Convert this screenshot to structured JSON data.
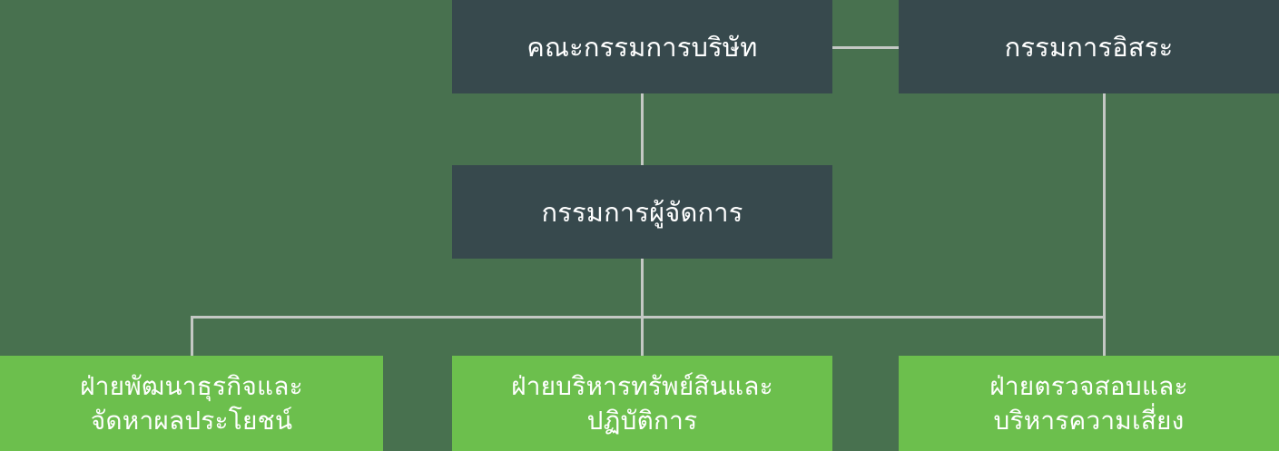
{
  "org_chart": {
    "nodes": {
      "board": {
        "label": "คณะกรรมการบริษัท"
      },
      "independent": {
        "label": "กรรมการอิสระ"
      },
      "managing_director": {
        "label": "กรรมการผู้จัดการ"
      },
      "dept_business_development": {
        "line1": "ฝ่ายพัฒนาธุรกิจและ",
        "line2": "จัดหาผลประโยชน์"
      },
      "dept_asset_operations": {
        "line1": "ฝ่ายบริหารทรัพย์สินและ",
        "line2": "ปฏิบัติการ"
      },
      "dept_audit_risk": {
        "line1": "ฝ่ายตรวจสอบและ",
        "line2": "บริหารความเสี่ยง"
      }
    },
    "edges": [
      {
        "from": "board",
        "to": "independent"
      },
      {
        "from": "board",
        "to": "managing_director"
      },
      {
        "from": "managing_director",
        "to": "dept_business_development"
      },
      {
        "from": "managing_director",
        "to": "dept_asset_operations"
      },
      {
        "from": "managing_director",
        "to": "dept_audit_risk"
      },
      {
        "from": "independent",
        "to": "dept_audit_risk"
      }
    ]
  },
  "colors": {
    "background": "#48714f",
    "dark_box": "#37494d",
    "green_box": "#6cbf4d",
    "connector": "#c4c8c4",
    "text": "#ffffff"
  }
}
